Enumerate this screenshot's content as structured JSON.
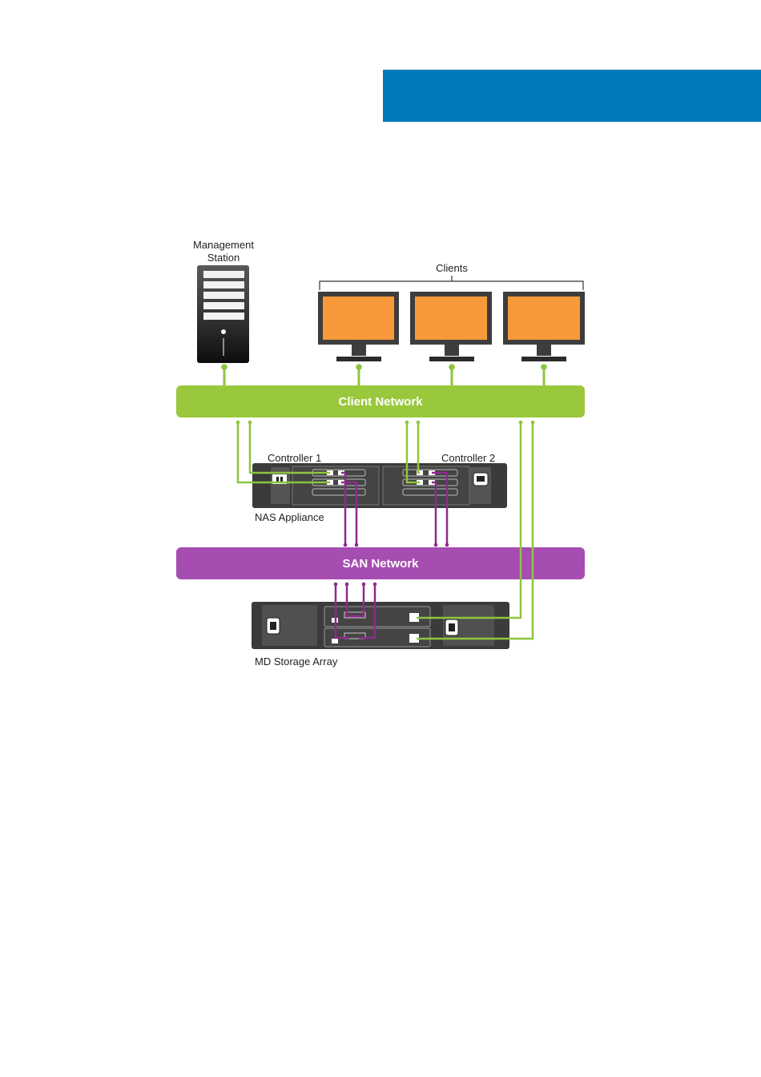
{
  "header": {
    "color": "#0079bc"
  },
  "diagram": {
    "management_station": {
      "line1": "Management",
      "line2": "Station"
    },
    "clients": {
      "label": "Clients",
      "count": 3
    },
    "client_network": {
      "label": "Client Network",
      "color": "#9ac83c"
    },
    "san_network": {
      "label": "SAN Network",
      "color": "#a64db1"
    },
    "nas_appliance": {
      "label": "NAS Appliance",
      "controller_1": "Controller 1",
      "controller_2": "Controller 2"
    },
    "md_storage_array": {
      "label": "MD Storage Array"
    },
    "colors": {
      "monitor_screen": "#f7993a",
      "device_dark": "#3d3d3d",
      "green_link": "#8cc63f",
      "purple_link": "#8c2a8c"
    }
  }
}
